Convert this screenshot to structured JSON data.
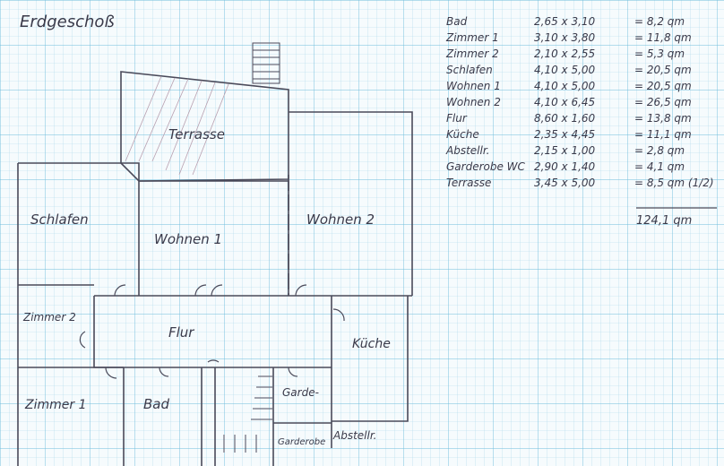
{
  "title": "Erdgeschoß",
  "rooms": {
    "terrasse": "Terrasse",
    "schlafen": "Schlafen",
    "wohnen1": "Wohnen 1",
    "wohnen2": "Wohnen 2",
    "zimmer2": "Zimmer 2",
    "flur": "Flur",
    "kueche": "Küche",
    "zimmer1": "Zimmer 1",
    "bad": "Bad",
    "garderobe": "Garde-",
    "garderobe2": "Garderobe",
    "abstell": "Abstellr."
  },
  "area_table": {
    "rows": [
      {
        "room": "Bad",
        "dims": "2,65 x 3,10",
        "area": "= 8,2 qm"
      },
      {
        "room": "Zimmer 1",
        "dims": "3,10 x 3,80",
        "area": "= 11,8 qm"
      },
      {
        "room": "Zimmer 2",
        "dims": "2,10 x 2,55",
        "area": "= 5,3 qm"
      },
      {
        "room": "Schlafen",
        "dims": "4,10 x 5,00",
        "area": "= 20,5 qm"
      },
      {
        "room": "Wohnen 1",
        "dims": "4,10 x 5,00",
        "area": "= 20,5 qm"
      },
      {
        "room": "Wohnen 2",
        "dims": "4,10 x 6,45",
        "area": "= 26,5 qm"
      },
      {
        "room": "Flur",
        "dims": "8,60 x 1,60",
        "area": "= 13,8 qm"
      },
      {
        "room": "Küche",
        "dims": "2,35 x 4,45",
        "area": "= 11,1 qm"
      },
      {
        "room": "Abstellr.",
        "dims": "2,15 x 1,00",
        "area": "= 2,8 qm"
      },
      {
        "room": "Garderobe WC",
        "dims": "2,90 x 1,40",
        "area": "= 4,1 qm"
      },
      {
        "room": "Terrasse",
        "dims": "3,45 x 5,00",
        "area": "= 8,5 qm (1/2)"
      }
    ],
    "total": "124,1 qm"
  },
  "colors": {
    "grid_minor": "#a9d8ea",
    "grid_major": "#6fbcdc",
    "pencil": "#4a4a5a"
  }
}
